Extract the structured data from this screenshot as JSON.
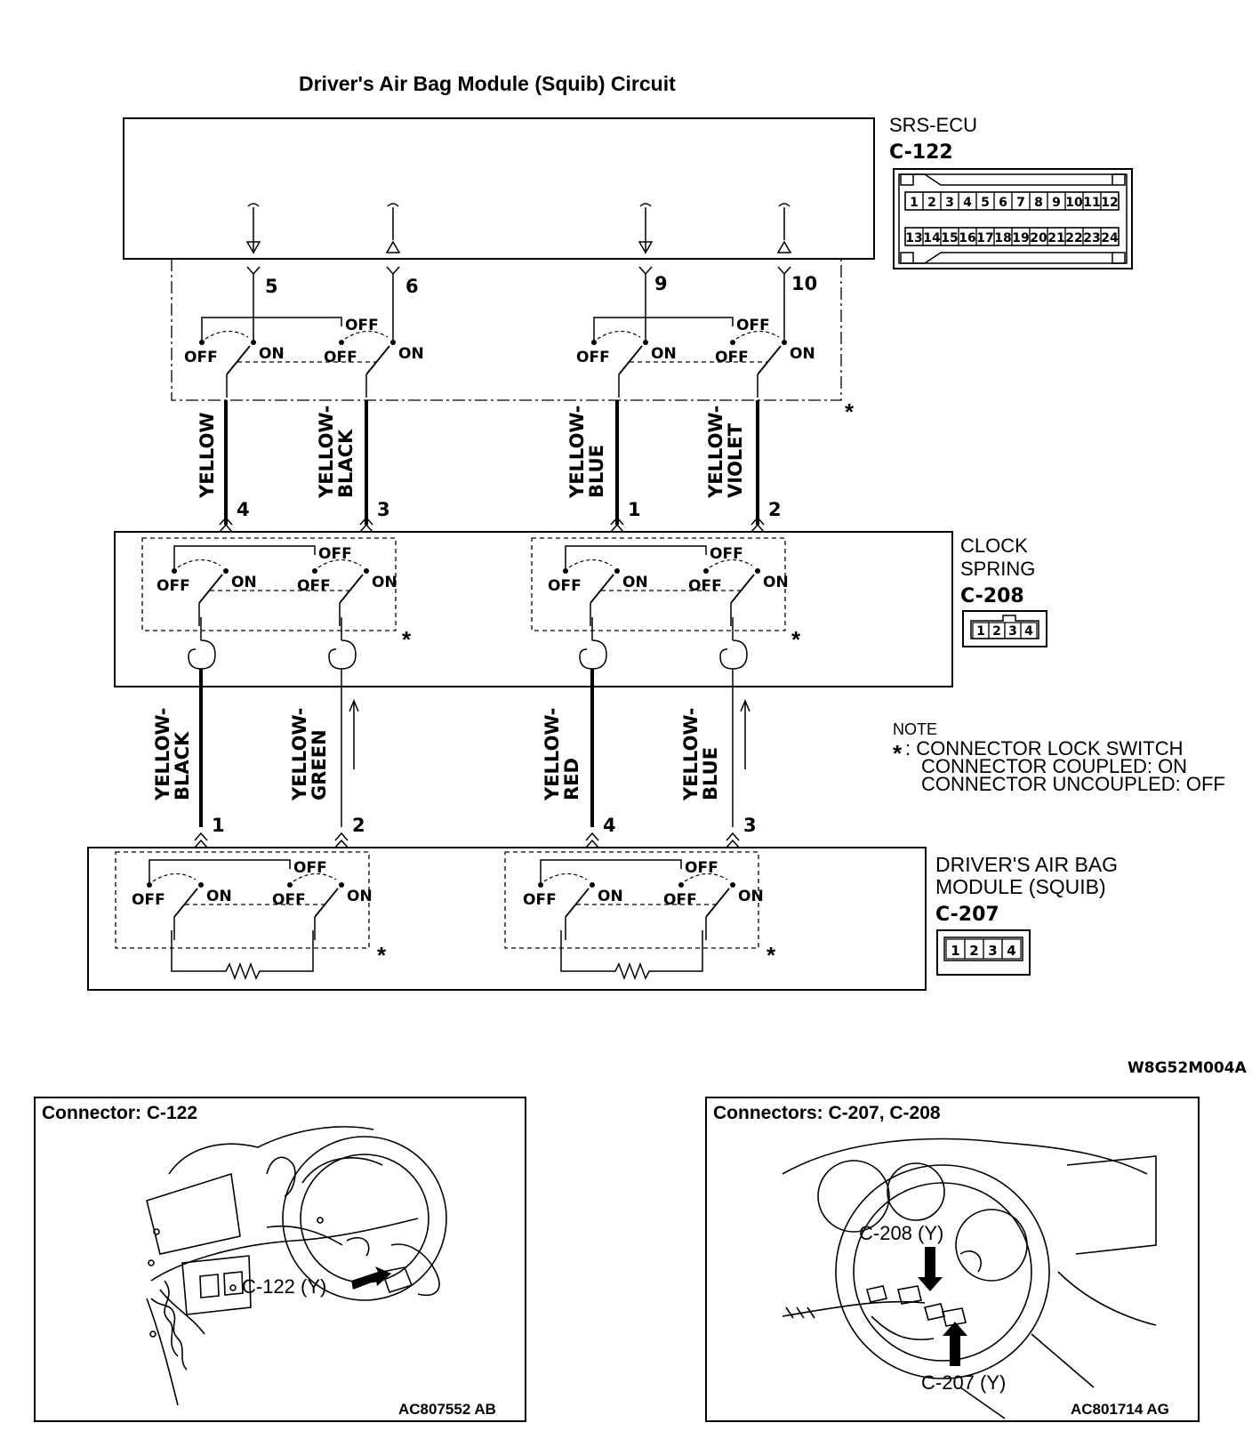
{
  "title": "Driver's Air Bag Module (Squib) Circuit",
  "srs_ecu": {
    "name": "SRS-ECU",
    "connector": "C-122",
    "pins_top": [
      "1",
      "2",
      "3",
      "4",
      "5",
      "6",
      "7",
      "8",
      "9",
      "10",
      "11",
      "12"
    ],
    "pins_bottom": [
      "13",
      "14",
      "15",
      "16",
      "17",
      "18",
      "19",
      "20",
      "21",
      "22",
      "23",
      "24"
    ],
    "terminals": [
      "5",
      "6",
      "9",
      "10"
    ]
  },
  "switch_labels": {
    "off": "OFF",
    "on": "ON"
  },
  "star": "*",
  "wires_upper": [
    "YELLOW",
    "YELLOW-\nBLACK",
    "YELLOW-\nBLUE",
    "YELLOW-\nVIOLET"
  ],
  "clock_spring": {
    "name_line1": "CLOCK",
    "name_line2": "SPRING",
    "connector": "C-208",
    "pins": [
      "1",
      "2",
      "3",
      "4"
    ],
    "terminals_top": [
      "4",
      "3",
      "1",
      "2"
    ]
  },
  "wires_lower": [
    "YELLOW-\nBLACK",
    "YELLOW-\nGREEN",
    "YELLOW-\nRED",
    "YELLOW-\nBLUE"
  ],
  "note": {
    "heading": "NOTE",
    "line1": ": CONNECTOR LOCK SWITCH",
    "line2": "CONNECTOR COUPLED: ON",
    "line3": "CONNECTOR UNCOUPLED: OFF"
  },
  "airbag_module": {
    "name_line1": "DRIVER'S AIR BAG",
    "name_line2": "MODULE (SQUIB)",
    "connector": "C-207",
    "pins": [
      "1",
      "2",
      "3",
      "4"
    ],
    "terminals_top": [
      "1",
      "2",
      "4",
      "3"
    ]
  },
  "figure_code": "W8G52M004A",
  "panel_left": {
    "title": "Connector: C-122",
    "callout": "C-122 (Y)",
    "code": "AC807552 AB"
  },
  "panel_right": {
    "title": "Connectors: C-207, C-208",
    "callout_top": "C-208 (Y)",
    "callout_bottom": "C-207 (Y)",
    "code": "AC801714 AG"
  }
}
